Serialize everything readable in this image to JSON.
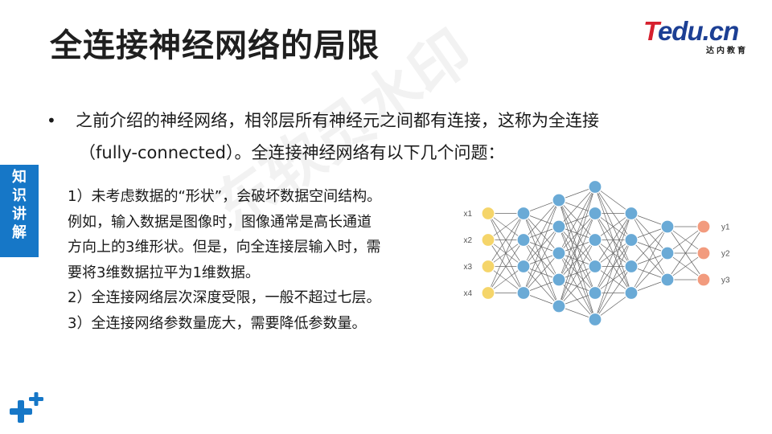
{
  "slide": {
    "title": "全连接神经网络的局限",
    "side_tab": [
      "知",
      "识",
      "讲",
      "解"
    ],
    "intro_line1": "之前介绍的神经网络，相邻层所有神经元之间都有连接，这称为全连接",
    "intro_line2": "（fully-connected）。全连接神经网络有以下几个问题：",
    "points": [
      "1）未考虑数据的“形状”，会破坏数据空间结构。",
      "例如，输入数据是图像时，图像通常是高长通道",
      "方向上的3维形状。但是，向全连接层输入时，需",
      "要将3维数据拉平为1维数据。",
      "2）全连接网络层次深度受限，一般不超过七层。",
      "3）全连接网络参数量庞大，需要降低参数量。"
    ],
    "watermark": "东软员水印"
  },
  "logo": {
    "first_letter": "T",
    "rest": "edu.cn",
    "subtitle": "达内教育"
  },
  "network": {
    "input_labels": [
      "x1",
      "x2",
      "x3",
      "x4"
    ],
    "output_labels": [
      "y1",
      "y2",
      "y3"
    ],
    "layer_sizes": [
      4,
      4,
      5,
      6,
      4,
      3,
      3
    ],
    "colors": {
      "input": "#f5d56a",
      "hidden": "#6aaad6",
      "output": "#f29b7e",
      "edge": "#666666"
    }
  },
  "colors": {
    "accent": "#1677c7",
    "brand_red": "#d6202e",
    "brand_blue": "#1c3f94"
  },
  "icons": {
    "corner": "plus-icon"
  }
}
